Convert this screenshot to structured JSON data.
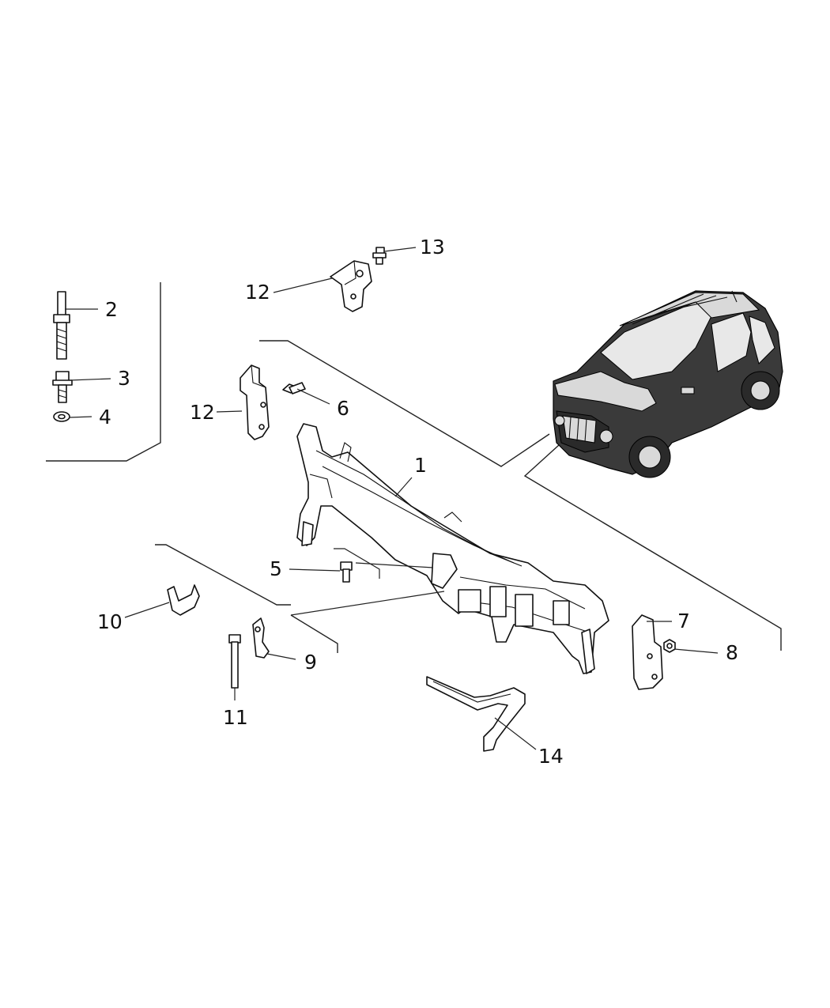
{
  "callouts": [
    {
      "id": "c1",
      "label": "1"
    },
    {
      "id": "c2",
      "label": "2"
    },
    {
      "id": "c3",
      "label": "3"
    },
    {
      "id": "c4",
      "label": "4"
    },
    {
      "id": "c5",
      "label": "5"
    },
    {
      "id": "c6",
      "label": "6"
    },
    {
      "id": "c7",
      "label": "7"
    },
    {
      "id": "c8",
      "label": "8"
    },
    {
      "id": "c9",
      "label": "9"
    },
    {
      "id": "c10",
      "label": "10"
    },
    {
      "id": "c11",
      "label": "11"
    },
    {
      "id": "c12a",
      "label": "12"
    },
    {
      "id": "c12b",
      "label": "12"
    },
    {
      "id": "c13",
      "label": "13"
    },
    {
      "id": "c14",
      "label": "14"
    }
  ],
  "icons": {
    "vehicle": "suv-vehicle-icon",
    "cross_car_beam": "cross-car-beam-icon"
  }
}
